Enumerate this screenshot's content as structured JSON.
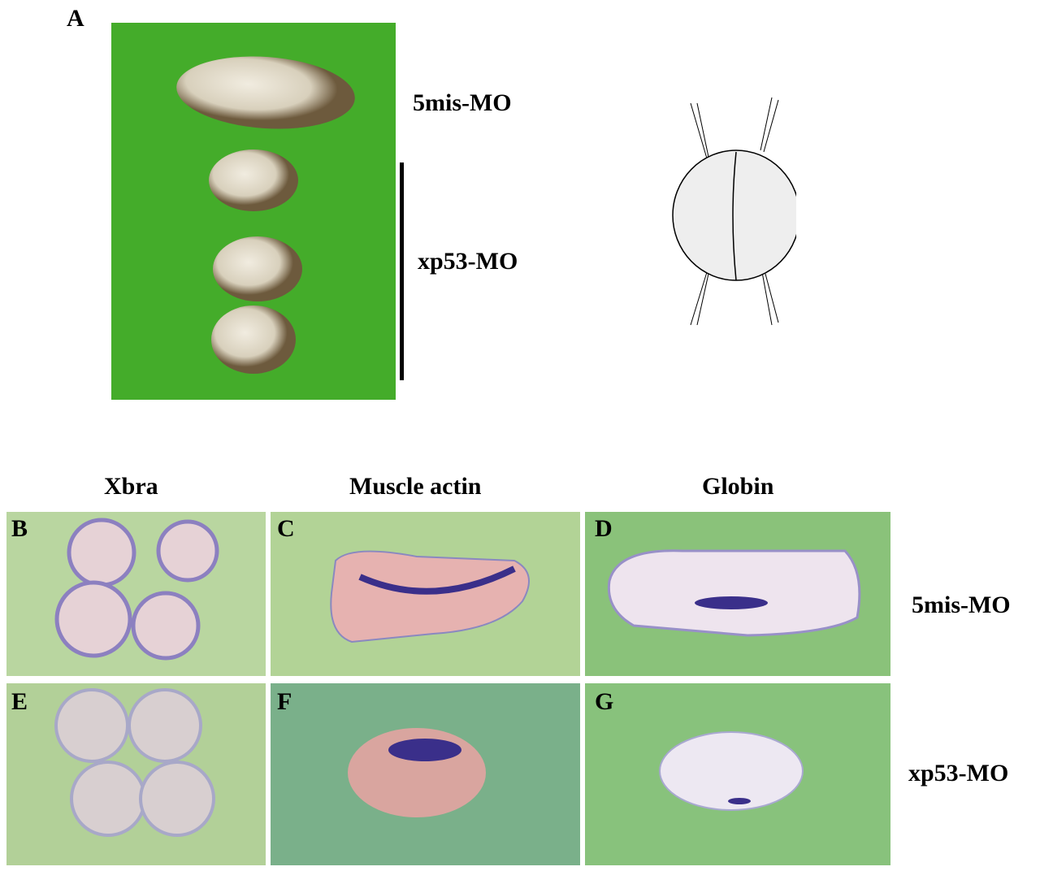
{
  "panel_labels": {
    "a": "A",
    "b": "B",
    "c": "C",
    "d": "D",
    "e": "E",
    "f": "F",
    "g": "G"
  },
  "panel_a": {
    "label_top": "5mis-MO",
    "label_bottom": "xp53-MO"
  },
  "columns": [
    "Xbra",
    "Muscle actin",
    "Globin"
  ],
  "rows": [
    "5mis-MO",
    "xp53-MO"
  ],
  "colors": {
    "green_bg": "#44ac2a",
    "light_green": "#b4d49a",
    "stain": "#3a2f8a"
  }
}
